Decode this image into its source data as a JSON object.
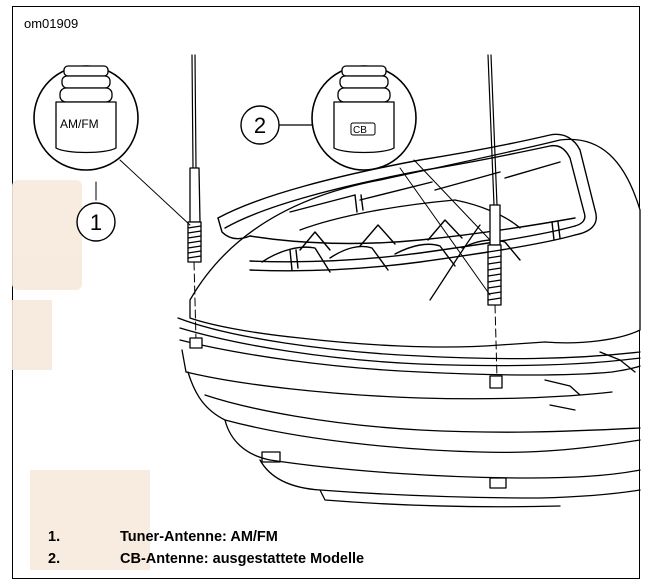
{
  "figure": {
    "id": "om01909",
    "callout_1": "1",
    "callout_2": "2",
    "detail_1_label": "AM/FM",
    "detail_2_label": "CB"
  },
  "captions": [
    {
      "num": "1.",
      "text": "Tuner-Antenne: AM/FM"
    },
    {
      "num": "2.",
      "text": "CB-Antenne: ausgestattete Modelle"
    }
  ],
  "colors": {
    "line": "#000000",
    "watermark": "#f6e6d8"
  }
}
